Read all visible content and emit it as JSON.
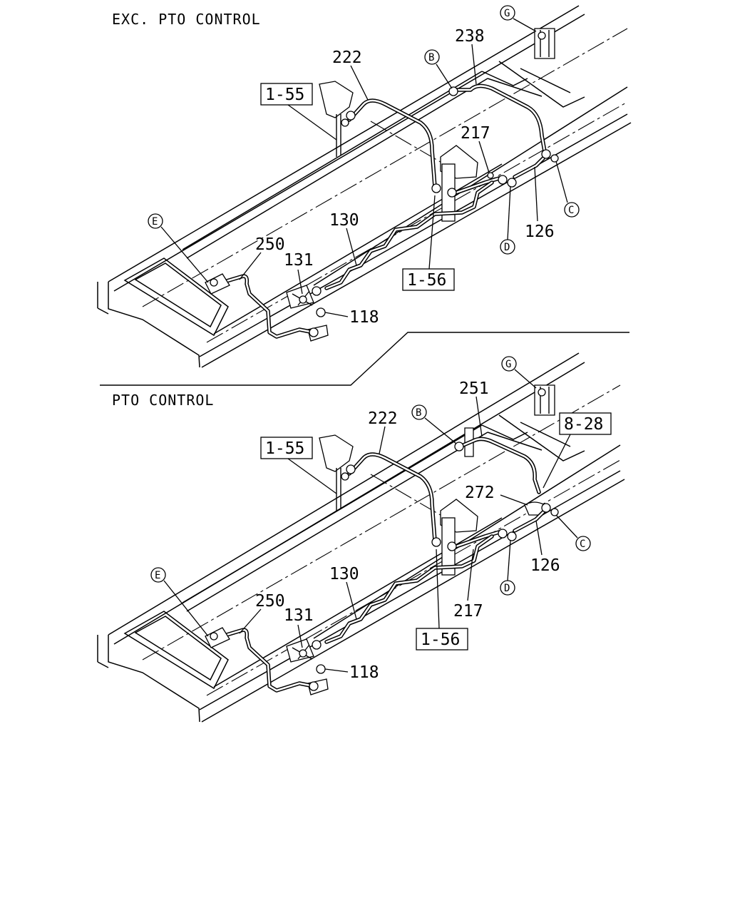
{
  "top_view": {
    "title": "EXC.  PTO CONTROL",
    "callouts": {
      "p222": "222",
      "p238": "238",
      "p217": "217",
      "p126": "126",
      "p130": "130",
      "p250": "250",
      "p131": "131",
      "p118": "118"
    },
    "boxed_refs": {
      "r155": "1-55",
      "r156": "1-56"
    },
    "letters": {
      "B": "B",
      "C": "C",
      "D": "D",
      "E": "E",
      "G": "G"
    }
  },
  "bottom_view": {
    "title": "PTO CONTROL",
    "callouts": {
      "p222": "222",
      "p251": "251",
      "p272": "272",
      "p126": "126",
      "p217": "217",
      "p130": "130",
      "p250": "250",
      "p131": "131",
      "p118": "118"
    },
    "boxed_refs": {
      "r155": "1-55",
      "r156": "1-56",
      "r828": "8-28"
    },
    "letters": {
      "B": "B",
      "C": "C",
      "D": "D",
      "E": "E",
      "G": "G"
    }
  }
}
